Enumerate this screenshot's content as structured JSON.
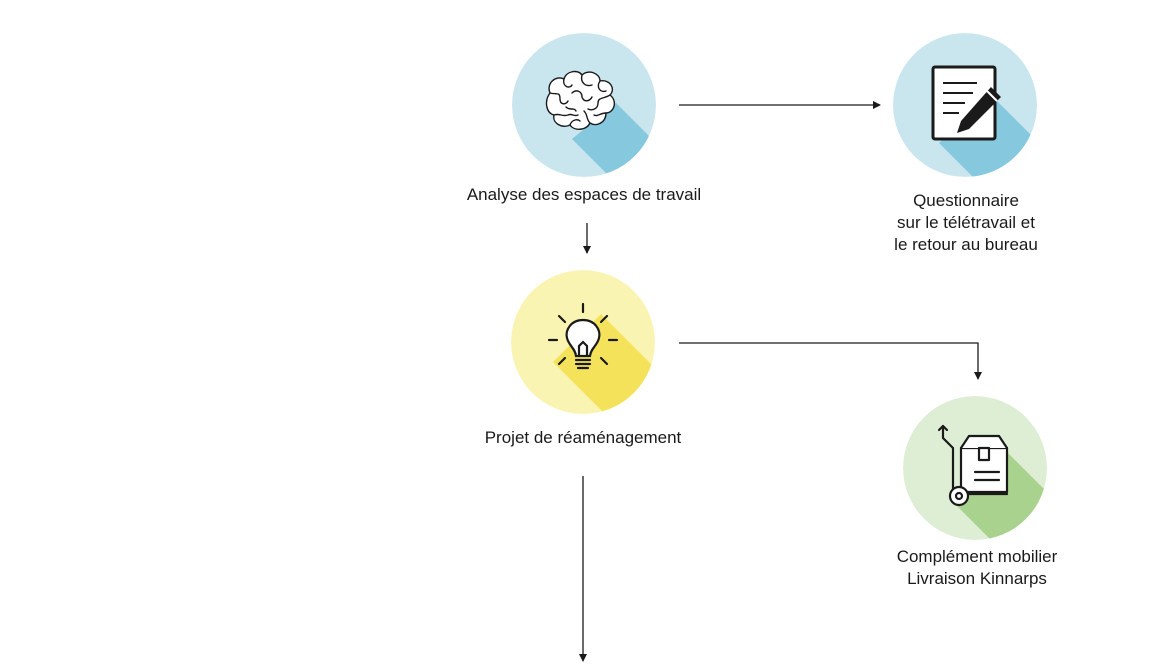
{
  "nodes": {
    "analysis": {
      "icon": "brain-icon",
      "circle_color": "#c9e6ef",
      "shadow_color": "#86c8dd",
      "label": "Analyse des espaces de travail"
    },
    "questionnaire": {
      "icon": "document-pencil-icon",
      "circle_color": "#c9e6ef",
      "shadow_color": "#86c8dd",
      "label_lines": [
        "Questionnaire",
        "sur le télétravail et",
        "le retour au bureau"
      ]
    },
    "project": {
      "icon": "lightbulb-icon",
      "circle_color": "#faf4b3",
      "shadow_color": "#f4e35a",
      "label": "Projet de réaménagement"
    },
    "furniture": {
      "icon": "hand-truck-box-icon",
      "circle_color": "#ddeed4",
      "shadow_color": "#a9d28e",
      "label_lines": [
        "Complément mobilier",
        "Livraison Kinnarps"
      ]
    }
  },
  "line_color": "#1a1a1a"
}
